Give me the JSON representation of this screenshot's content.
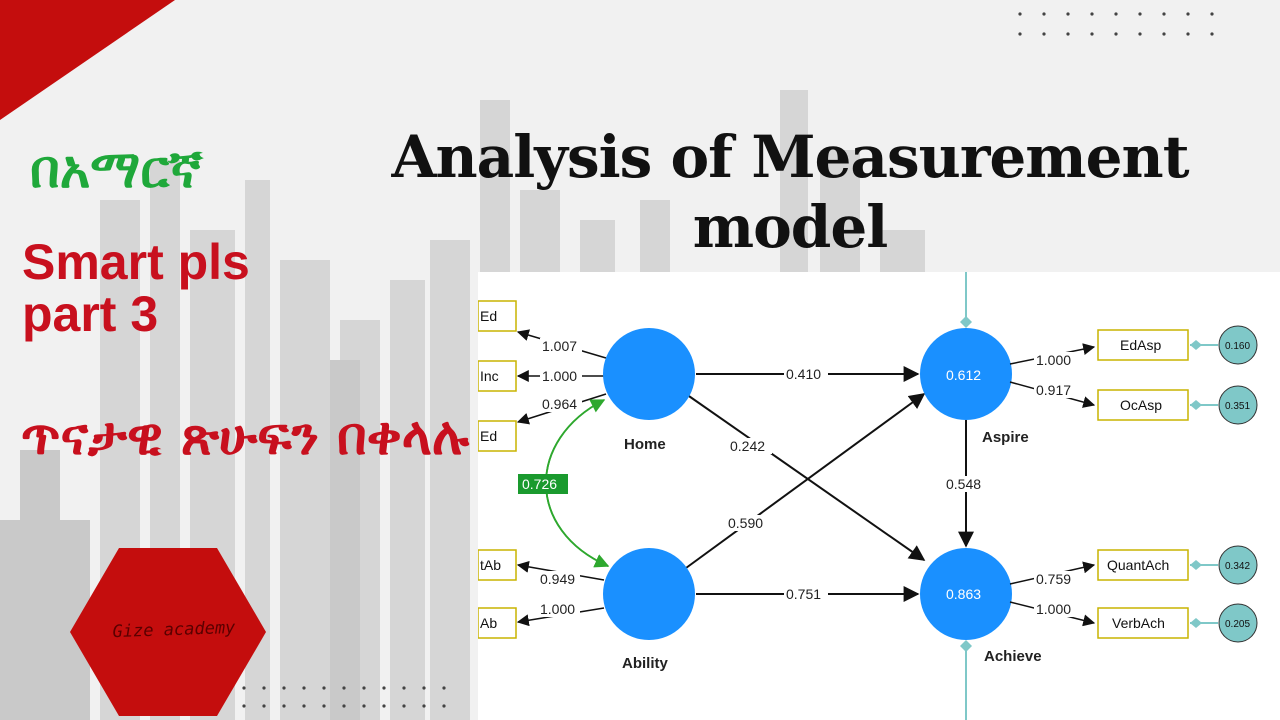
{
  "thumbnail": {
    "title": "Analysis of Measurement model",
    "amharic_heading": "በአማርኛ",
    "series_label": "Smart pls part 3",
    "amharic_subtitle": "ጥናታዊ ጽሁፍን በቀላሉ",
    "badge_text": "Gize academy",
    "colors": {
      "red": "#c40d0d",
      "green": "#1fa83a",
      "node_blue": "#1a90ff",
      "box_yellow": "#c8b400",
      "path_green": "#2ea82e",
      "teal": "#7fc8c8"
    }
  },
  "diagram": {
    "constructs": [
      {
        "id": "home",
        "label": "Home",
        "value": ""
      },
      {
        "id": "ability",
        "label": "Ability",
        "value": ""
      },
      {
        "id": "aspire",
        "label": "Aspire",
        "value": "0.612"
      },
      {
        "id": "achieve",
        "label": "Achieve",
        "value": "0.863"
      }
    ],
    "left_indicators": [
      {
        "label": "Ed",
        "loading": "1.007"
      },
      {
        "label": "Inc",
        "loading": "1.000"
      },
      {
        "label": "Ed",
        "loading": "0.964"
      },
      {
        "label": "tAb",
        "loading": "0.949"
      },
      {
        "label": "Ab",
        "loading": "1.000"
      }
    ],
    "right_indicators": [
      {
        "label": "EdAsp",
        "loading": "1.000",
        "error": "0.160"
      },
      {
        "label": "OcAsp",
        "loading": "0.917",
        "error": "0.351"
      },
      {
        "label": "QuantAch",
        "loading": "0.759",
        "error": "0.342"
      },
      {
        "label": "VerbAch",
        "loading": "1.000",
        "error": "0.205"
      }
    ],
    "paths": [
      {
        "from": "Home",
        "to": "Aspire",
        "coef": "0.410"
      },
      {
        "from": "Home",
        "to": "Achieve",
        "coef": "0.242"
      },
      {
        "from": "Ability",
        "to": "Aspire",
        "coef": "0.590"
      },
      {
        "from": "Ability",
        "to": "Achieve",
        "coef": "0.751"
      },
      {
        "from": "Aspire",
        "to": "Achieve",
        "coef": "0.548"
      }
    ],
    "correlation": {
      "between": [
        "Home",
        "Ability"
      ],
      "value": "0.726"
    }
  }
}
